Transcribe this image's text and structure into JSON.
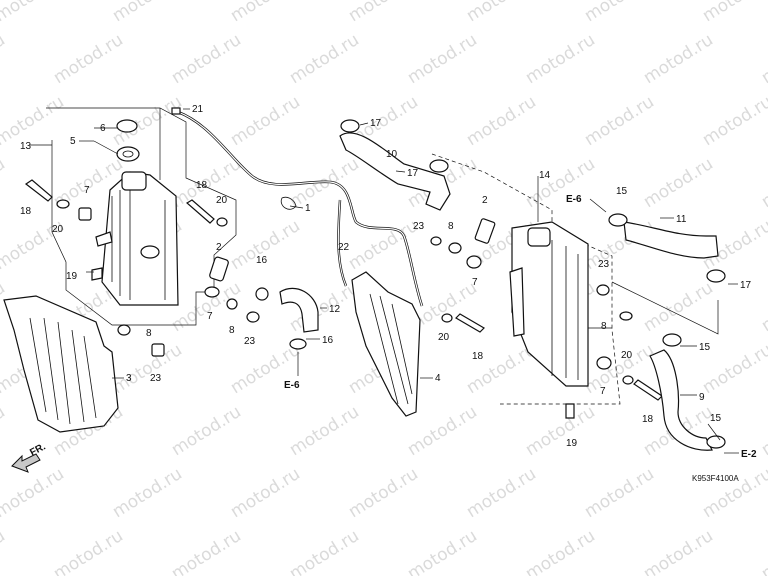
{
  "diagram": {
    "code": "K953F4100A",
    "direction_label": "FR.",
    "watermark": "motod.ru",
    "callouts": {
      "c1": "1",
      "c2a": "2",
      "c2b": "2",
      "c3": "3",
      "c4": "4",
      "c5": "5",
      "c6": "6",
      "c7a": "7",
      "c7b": "7",
      "c7c": "7",
      "c7d": "7",
      "c8a": "8",
      "c8b": "8",
      "c8c": "8",
      "c8d": "8",
      "c9": "9",
      "c10": "10",
      "c11": "11",
      "c12": "12",
      "c13": "13",
      "c14": "14",
      "c15a": "15",
      "c15b": "15",
      "c15c": "15",
      "c16a": "16",
      "c16b": "16",
      "c17a": "17",
      "c17b": "17",
      "c17c": "17",
      "c18a": "18",
      "c18b": "18",
      "c18c": "18",
      "c18d": "18",
      "c19a": "19",
      "c19b": "19",
      "c20a": "20",
      "c20b": "20",
      "c20c": "20",
      "c20d": "20",
      "c21": "21",
      "c22": "22",
      "c23a": "23",
      "c23b": "23",
      "c23c": "23",
      "c23d": "23"
    },
    "references": {
      "e6a": "E-6",
      "e6b": "E-6",
      "e2": "E-2"
    }
  }
}
